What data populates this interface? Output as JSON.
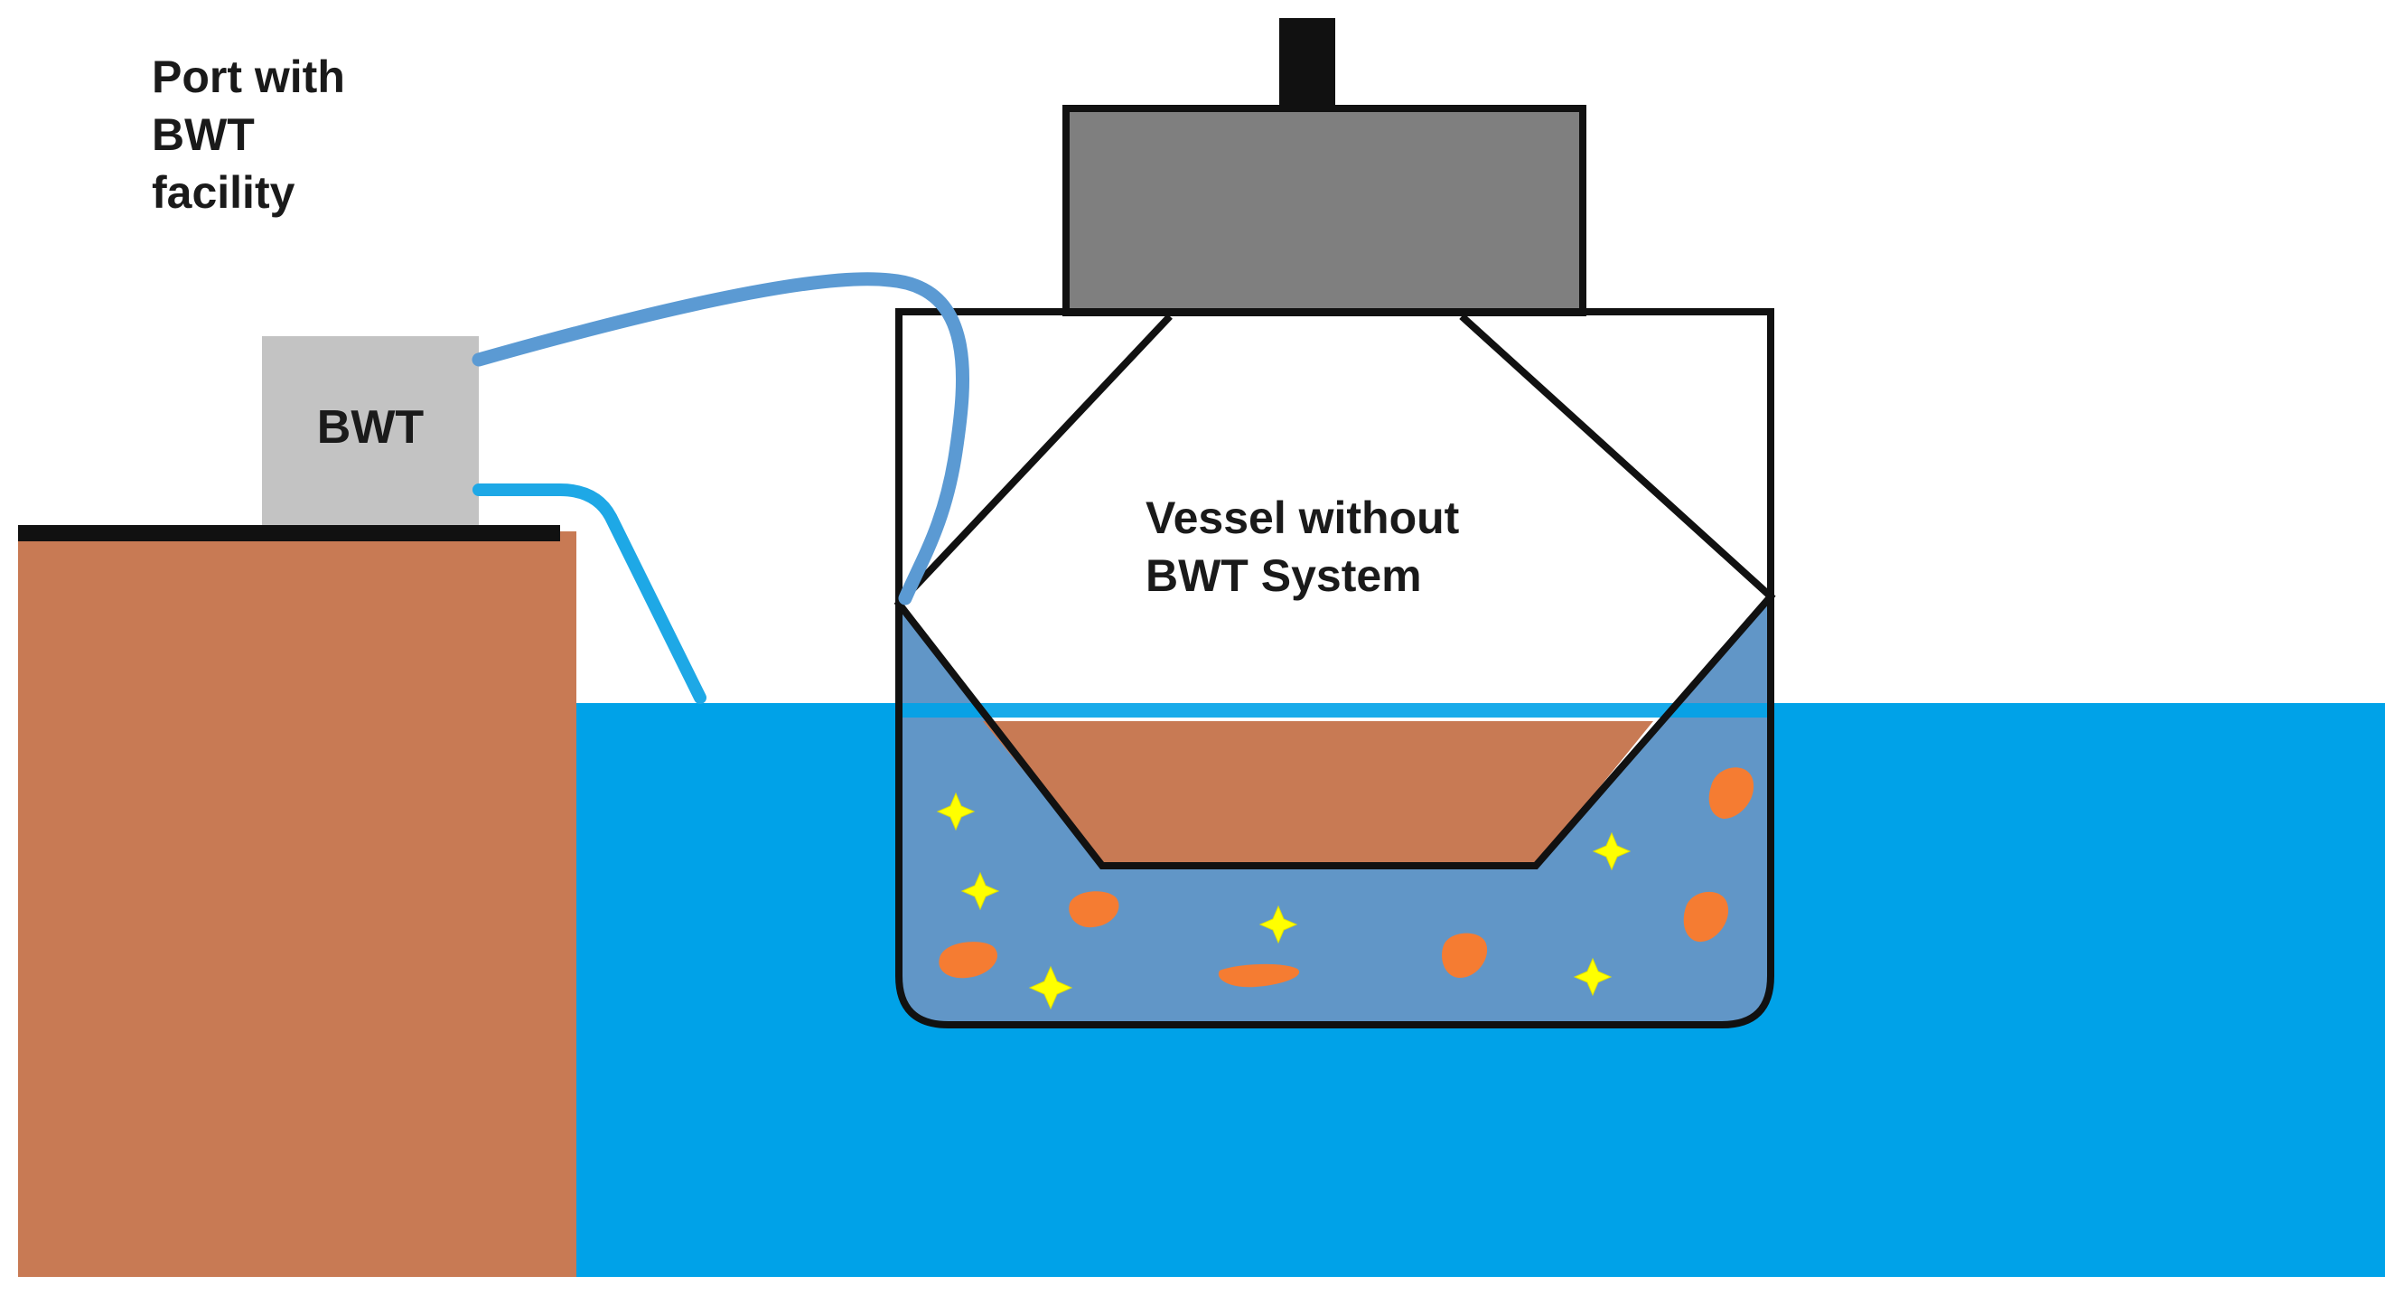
{
  "labels": {
    "port_line1": "Port with",
    "port_line2": "BWT",
    "port_line3": "facility",
    "bwt_box": "BWT",
    "vessel_line1": "Vessel without",
    "vessel_line2": "BWT System"
  },
  "colors": {
    "sea": "#00a2e8",
    "dock": "#c87a54",
    "bwt_unit": "#c3c3c3",
    "superstructure": "#7f7f7f",
    "ballast_water": "#6196c7",
    "hose_discharge": "#5b9ad3",
    "hose_intake": "#1ea8e6",
    "particle_star": "#ffff00",
    "particle_organism": "#f57c32"
  },
  "icons": {
    "star": "plankton-star-icon",
    "blob": "organism-blob-icon"
  }
}
